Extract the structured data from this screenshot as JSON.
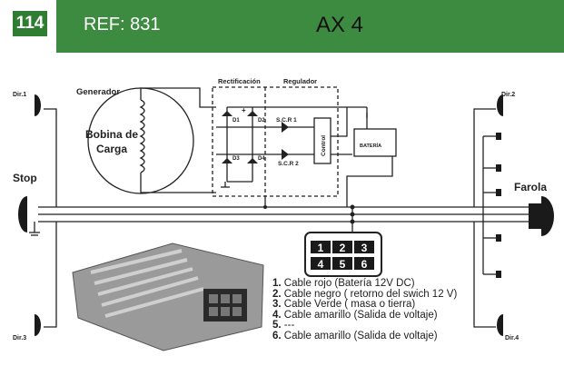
{
  "header": {
    "page_number": "114",
    "ref": "REF: 831",
    "model": "AX 4"
  },
  "labels": {
    "generador": "Generador",
    "bobina_1": "Bobina de",
    "bobina_2": "Carga",
    "rectificacion": "Rectificación",
    "regulador": "Regulador",
    "d1": "D1",
    "d2": "D2",
    "d3": "D3",
    "d4": "D4",
    "scr1": "S.C.R 1",
    "scr2": "S.C.R 2",
    "control": "Control",
    "bateria": "BATERÍA",
    "plus": "+",
    "dir1": "Dir.1",
    "dir2": "Dir.2",
    "dir3": "Dir.3",
    "dir4": "Dir.4",
    "stop": "Stop",
    "farola": "Farola"
  },
  "connector": {
    "pins": [
      "1",
      "2",
      "3",
      "4",
      "5",
      "6"
    ]
  },
  "legend": [
    {
      "num": "1.",
      "text": "Cable rojo (Batería 12V  DC)"
    },
    {
      "num": "2.",
      "text": "Cable negro ( retorno del swich 12 V)"
    },
    {
      "num": "3.",
      "text": "Cable Verde ( masa o tierra)"
    },
    {
      "num": "4.",
      "text": "Cable amarillo (Salida de voltaje)"
    },
    {
      "num": "5.",
      "text": "---"
    },
    {
      "num": "6.",
      "text": "Cable amarillo (Salida de voltaje)"
    }
  ]
}
